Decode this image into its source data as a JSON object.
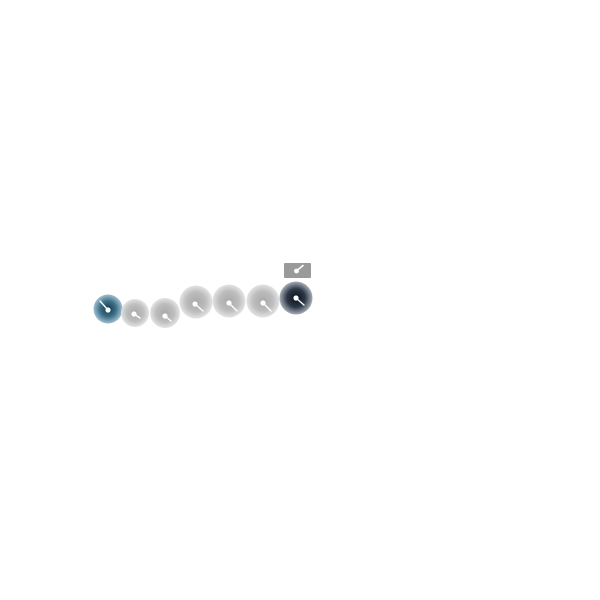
{
  "scene": {
    "background": "#ffffff",
    "badge": {
      "icon": "rect-dial-icon",
      "fill": "#9a9a9a",
      "highlight": "#ffffff"
    },
    "orbs": [
      {
        "name": "orb-blue-dial",
        "icon": "dial-icon",
        "style": "blue"
      },
      {
        "name": "orb-gray-dial-1",
        "icon": "dial-icon",
        "style": "gray"
      },
      {
        "name": "orb-gray-dial-2",
        "icon": "dial-icon",
        "style": "gray"
      },
      {
        "name": "orb-gray-dial-3",
        "icon": "dial-icon",
        "style": "gray"
      },
      {
        "name": "orb-gray-dial-4",
        "icon": "dial-icon",
        "style": "gray"
      },
      {
        "name": "orb-gray-dial-5",
        "icon": "dial-icon",
        "style": "gray"
      },
      {
        "name": "orb-dark-dial",
        "icon": "dial-icon",
        "style": "dark"
      }
    ],
    "colors": {
      "blue_core": "#0f3a50",
      "blue_mid": "#3f6f86",
      "blue_edge": "#9ec0d1",
      "gray_core": "#a9a9a9",
      "gray_mid": "#bdbdbd",
      "gray_edge": "#e3e3e3",
      "dark_core": "#07101c",
      "dark_mid": "#2c3746",
      "dark_edge": "#a7adb6"
    }
  }
}
